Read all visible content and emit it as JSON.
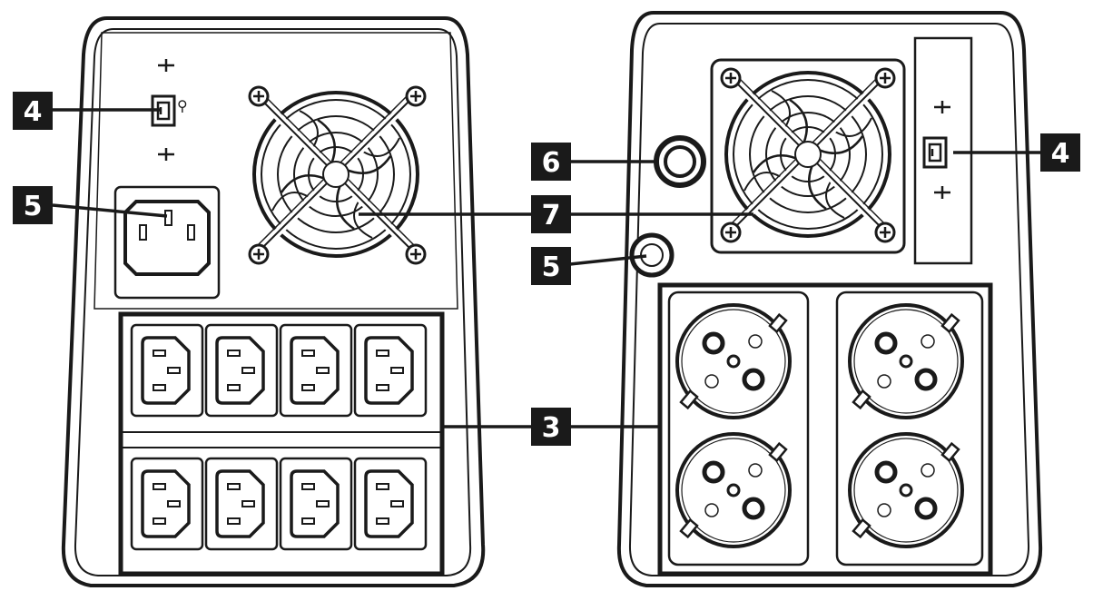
{
  "callouts": {
    "left_usb": "4",
    "left_input": "5",
    "right_usb": "4",
    "right_fuse": "5",
    "right_button": "6",
    "fan": "7",
    "outlets": "3"
  },
  "colors": {
    "line": "#1a1a1a",
    "badge": "#1a1a1a",
    "badge_text": "#ffffff",
    "background": "#ffffff",
    "panel_fill": "#ffffff"
  },
  "icons": {
    "usb_port": "usb-b-port-icon",
    "ac_input": "iec-c14-inlet-icon",
    "ac_outlet": "iec-c13-outlet-icon",
    "schuko": "schuko-socket-icon",
    "fan": "fan-grille-icon",
    "screw": "screw-icon"
  }
}
